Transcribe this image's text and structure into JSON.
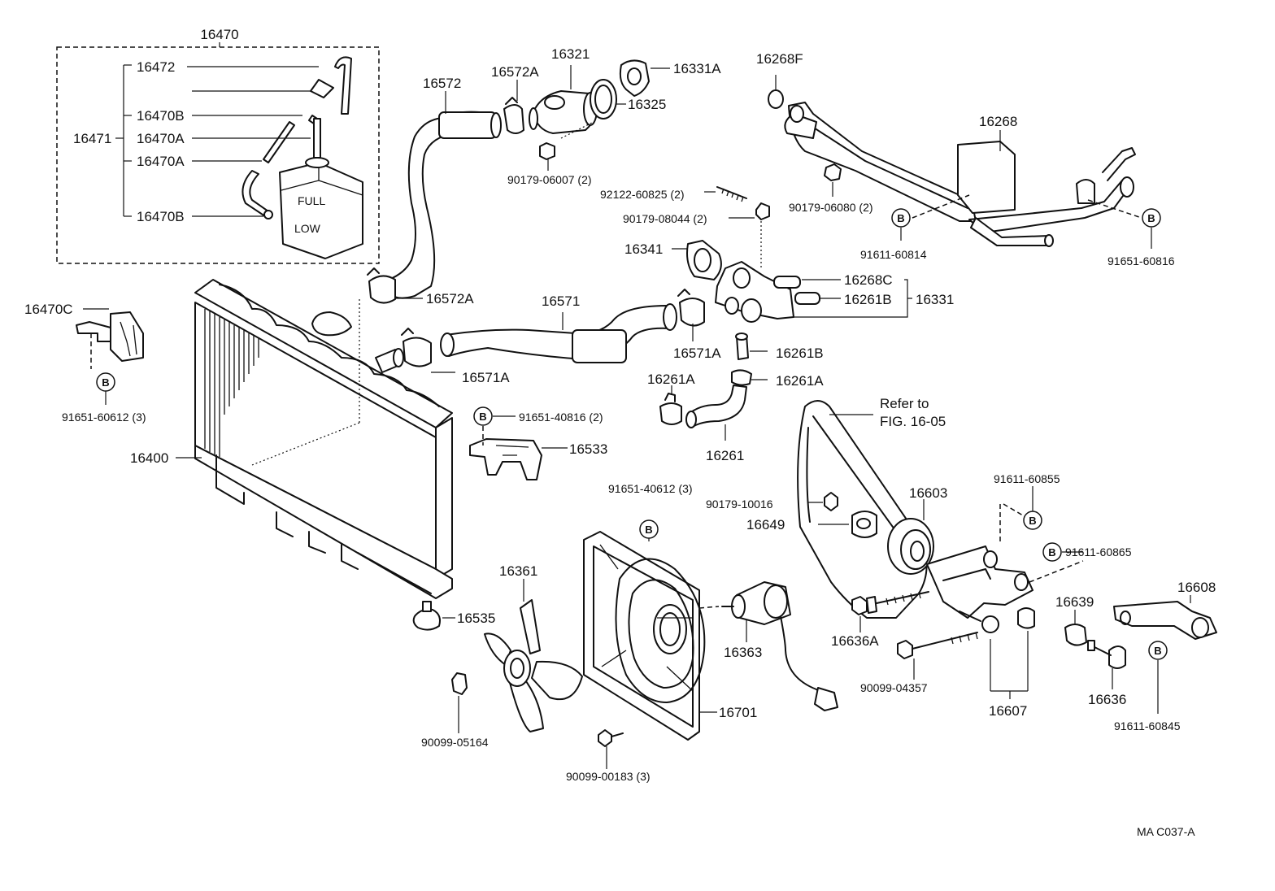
{
  "diagram_code": "MA C037-A",
  "reference_note": [
    "Refer to",
    "FIG. 16-05"
  ],
  "bolt_symbol": "B",
  "labels": {
    "l16470": "16470",
    "l16472": "16472",
    "l16470B_1": "16470B",
    "l16471": "16471",
    "l16470A_1": "16470A",
    "l16470A_2": "16470A",
    "l16470B_2": "16470B",
    "l16470C": "16470C",
    "l91651_60612": "91651-60612 (3)",
    "l16400": "16400",
    "l16535": "16535",
    "l16572": "16572",
    "l16572A_1": "16572A",
    "l16572A_2": "16572A",
    "l16321": "16321",
    "l16331A": "16331A",
    "l16325": "16325",
    "l90179_06007": "90179-06007 (2)",
    "l92122_60825": "92122-60825 (2)",
    "l90179_08044": "90179-08044 (2)",
    "l16341": "16341",
    "l16571": "16571",
    "l16571A_1": "16571A",
    "l16571A_2": "16571A",
    "l16268F": "16268F",
    "l16268": "16268",
    "l90179_06080": "90179-06080 (2)",
    "l91611_60814": "91611-60814",
    "l91651_60816": "91651-60816",
    "l16268C": "16268C",
    "l16261B_1": "16261B",
    "l16331": "16331",
    "l16261B_2": "16261B",
    "l16261A_1": "16261A",
    "l16261A_2": "16261A",
    "l16261": "16261",
    "l91651_40816": "91651-40816 (2)",
    "l16533": "16533",
    "l91651_40612": "91651-40612 (3)",
    "l90179_10016": "90179-10016",
    "l16649": "16649",
    "l16603": "16603",
    "l91611_60855": "91611-60855",
    "l91611_60865": "91611-60865",
    "l16608": "16608",
    "l16639": "16639",
    "l16636A": "16636A",
    "l90099_04357": "90099-04357",
    "l16636": "16636",
    "l16607": "16607",
    "l91611_60845": "91611-60845",
    "l16361": "16361",
    "l16363": "16363",
    "l16701": "16701",
    "l90099_05164": "90099-05164",
    "l90099_00183": "90099-00183 (3)",
    "tank_full": "FULL",
    "tank_low": "LOW"
  }
}
